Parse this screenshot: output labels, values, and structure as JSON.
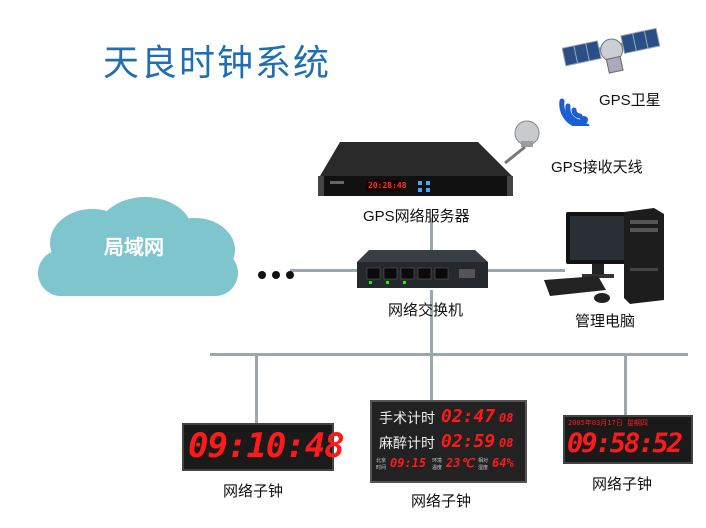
{
  "title": "天良时钟系统",
  "cloud": {
    "label": "局域网"
  },
  "nodes": {
    "satellite": "GPS卫星",
    "antenna": "GPS接收天线",
    "server": "GPS网络服务器",
    "switch": "网络交换机",
    "pc": "管理电脑",
    "clock_left": "网络子钟",
    "clock_center": "网络子钟",
    "clock_right": "网络子钟"
  },
  "server_display": "20:28:48",
  "clock_left_display": "09:10:48",
  "clock_center_display": {
    "row1_label": "手术计时",
    "row1_value": "02:47",
    "row1_small": "08",
    "row2_label": "麻醉计时",
    "row2_value": "02:59",
    "row2_small": "08",
    "row3_time_label": "北京时间",
    "row3_time": "09:15",
    "row3_temp_label": "环境温度",
    "row3_temp": "23℃",
    "row3_hum_label": "相对湿度",
    "row3_hum": "64%"
  },
  "clock_right_display": {
    "date": "2005年03月17日 星期四",
    "time": "09:58:52"
  },
  "colors": {
    "title": "#1f6fb2",
    "cloud": "#7ec5cd",
    "line": "#9aa8ad",
    "led": "#ff1a1a",
    "wifi": "#1a5fd6"
  }
}
